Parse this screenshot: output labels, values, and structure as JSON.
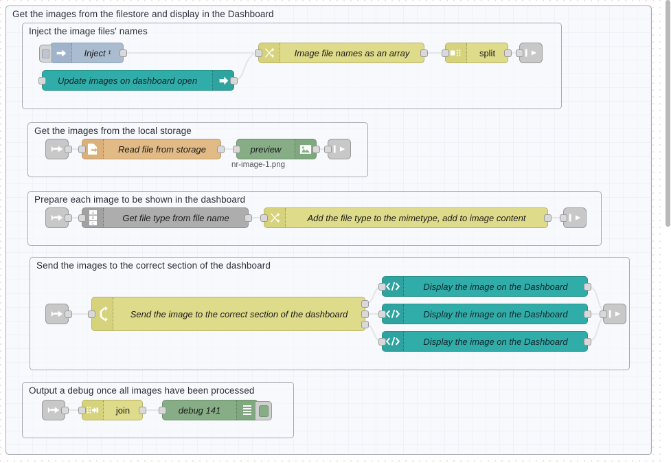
{
  "app": {
    "name": "node-red-flow-editor",
    "canvas_background": "#ffffff",
    "grid_color": "#e6e7f2"
  },
  "colors": {
    "yellow_node": "#dedb8a",
    "teal_node": "#31ada9",
    "green_node": "#86ad86",
    "tan_node": "#e2ba85",
    "grey_node": "#adadad",
    "inject_node": "#a9bcd0",
    "link_node": "#c8c8c8",
    "group_border": "#a5a8b2"
  },
  "groups": [
    {
      "id": "outer",
      "label": "Get the images from the filestore and display in the Dashboard"
    },
    {
      "id": "inject",
      "label": "Inject the image files' names"
    },
    {
      "id": "read",
      "label": "Get the images from the local storage"
    },
    {
      "id": "prep",
      "label": "Prepare each image to be shown in the dashboard"
    },
    {
      "id": "send",
      "label": "Send the images to the correct section of the dashboard"
    },
    {
      "id": "debug",
      "label": "Output a debug once all images have been processed"
    }
  ],
  "nodes": {
    "inject1": {
      "label": "Inject ¹",
      "icon": "inject-arrow-icon",
      "type": "inject"
    },
    "update": {
      "label": "Update images on dashboard open",
      "icon": "arrow-right-icon",
      "type": "ui-control"
    },
    "change1": {
      "label": "Image file names as an array",
      "icon": "change-swap-icon",
      "type": "change"
    },
    "split": {
      "label": "split",
      "icon": "split-icon",
      "type": "split"
    },
    "linkout1": {
      "label": "",
      "icon": "link-out-icon",
      "type": "link out"
    },
    "linkin1": {
      "label": "",
      "icon": "link-in-icon",
      "type": "link in"
    },
    "readfile": {
      "label": "Read file from storage",
      "icon": "file-in-icon",
      "type": "file in"
    },
    "preview": {
      "label": "preview",
      "icon": "image-icon",
      "type": "image preview",
      "sublabel": "nr-image-1.png"
    },
    "linkout2": {
      "label": "",
      "icon": "link-out-icon",
      "type": "link out"
    },
    "linkin2": {
      "label": "",
      "icon": "link-in-icon",
      "type": "link in"
    },
    "filetype": {
      "label": "Get file type from file name",
      "icon": "abc-switch-icon",
      "type": "switch"
    },
    "change2": {
      "label": "Add the file type to the mimetype, add to image content",
      "icon": "change-swap-icon",
      "type": "change"
    },
    "linkout3": {
      "label": "",
      "icon": "link-out-icon",
      "type": "link out"
    },
    "linkin3": {
      "label": "",
      "icon": "link-in-icon",
      "type": "link in"
    },
    "switch1": {
      "label": "Send the image to the correct section of the dashboard",
      "icon": "switch-fork-icon",
      "type": "switch"
    },
    "display1": {
      "label": "Display the image on the Dashboard",
      "icon": "code-template-icon",
      "type": "ui template"
    },
    "display2": {
      "label": "Display the image on the Dashboard",
      "icon": "code-template-icon",
      "type": "ui template"
    },
    "display3": {
      "label": "Display the image on the Dashboard",
      "icon": "code-template-icon",
      "type": "ui template"
    },
    "linkout4": {
      "label": "",
      "icon": "link-out-icon",
      "type": "link out"
    },
    "linkin4": {
      "label": "",
      "icon": "link-in-icon",
      "type": "link in"
    },
    "join": {
      "label": "join",
      "icon": "join-icon",
      "type": "join"
    },
    "debugnode": {
      "label": "debug 141",
      "icon": "debug-lines-icon",
      "type": "debug"
    }
  }
}
